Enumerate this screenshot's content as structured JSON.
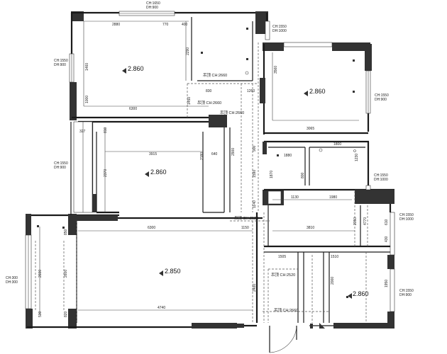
{
  "levels": {
    "room_a": "2.860",
    "room_b": "2.860",
    "room_c": "2.860",
    "room_d": "2.860",
    "room_e": "2.850"
  },
  "ceiling": {
    "c1": "吊顶 CH:2660",
    "c2": "吊顶 CH:2660",
    "c3": "吊顶 CH:2660",
    "c4": "吊顶 CH:2520",
    "c5": "吊顶 CH:2520",
    "c6": "吊顶 CH:2660"
  },
  "windows": {
    "w_top": [
      "CH:1650",
      "DH:900"
    ],
    "w_top_right": [
      "CH:1550",
      "DH:1000"
    ],
    "w_left1": [
      "CH:1550",
      "DH:900"
    ],
    "w_right1": [
      "CH:1550",
      "DH:900"
    ],
    "w_left2": [
      "CH:1550",
      "DH:900"
    ],
    "w_right2": [
      "CH:1550",
      "DH:1000"
    ],
    "w_right3": [
      "CH:1550",
      "DH:1000"
    ],
    "w_left3": [
      "CH:300",
      "DH:300"
    ],
    "w_right4": [
      "CH:1550",
      "DH:900"
    ]
  },
  "dims": {
    "d_2880": "2880",
    "d_770": "770",
    "d_400": "400",
    "d_6300a": "6300",
    "d_3065": "3065",
    "d_1460": "1460",
    "d_2290": "2290",
    "d_3915": "3915",
    "d_640": "640",
    "d_2900": "2900",
    "d_2370": "2370",
    "d_327": "327",
    "d_810": "810",
    "d_6300b": "6300",
    "d_1150": "1150",
    "d_3810": "3810",
    "d_1130": "1130",
    "d_1980": "1980",
    "d_1505": "1505",
    "d_4740": "4740",
    "d_2600": "2600",
    "d_1880": "1880",
    "d_1450": "1450",
    "d_1000": "1000",
    "d_900": "900",
    "d_1590": "1590",
    "d_1140": "1140",
    "d_1230": "1230",
    "d_1800": "1800",
    "d_2180": "2180",
    "d_3560": "3560",
    "d_830": "830",
    "d_850": "850",
    "d_2600b": "2600",
    "d_2400": "2400",
    "d_820": "820",
    "d_430": "430",
    "d_1510": "1510",
    "d_1950": "1950",
    "d_500": "500",
    "d_1870": "1870",
    "d_800": "800",
    "d_2000": "2000",
    "d_610": "610",
    "d_2050": "2050",
    "d_1260": "1260",
    "d_4770": "4770"
  }
}
